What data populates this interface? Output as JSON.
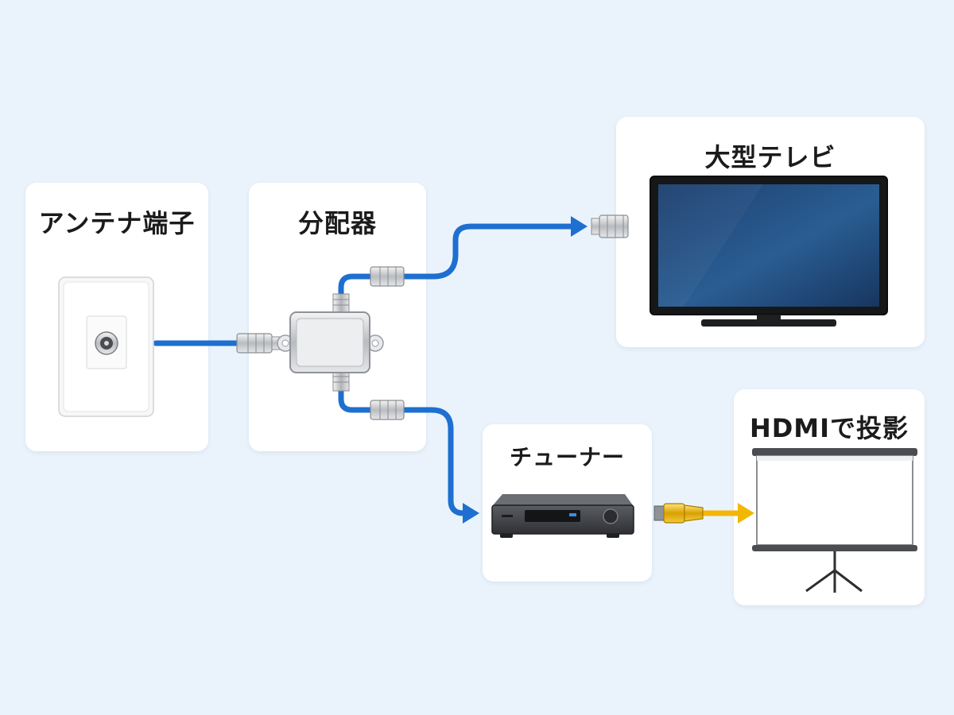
{
  "diagram": {
    "nodes": {
      "antenna": {
        "label": "アンテナ端子"
      },
      "splitter": {
        "label": "分配器"
      },
      "tv": {
        "label": "大型テレビ"
      },
      "tuner": {
        "label": "チューナー"
      },
      "screen": {
        "label": "HDMIで投影"
      }
    },
    "edges": [
      {
        "from": "antenna",
        "to": "splitter",
        "cable": "coaxial",
        "color": "#1e6fd0"
      },
      {
        "from": "splitter",
        "to": "tv",
        "cable": "coaxial",
        "color": "#1e6fd0"
      },
      {
        "from": "splitter",
        "to": "tuner",
        "cable": "coaxial",
        "color": "#1e6fd0"
      },
      {
        "from": "tuner",
        "to": "screen",
        "cable": "hdmi",
        "color": "#f2b705"
      }
    ],
    "icons": [
      "wall-antenna-outlet-icon",
      "splitter-icon",
      "tv-icon",
      "tuner-box-icon",
      "projector-screen-icon",
      "coax-connector-icon",
      "hdmi-plug-icon"
    ]
  }
}
